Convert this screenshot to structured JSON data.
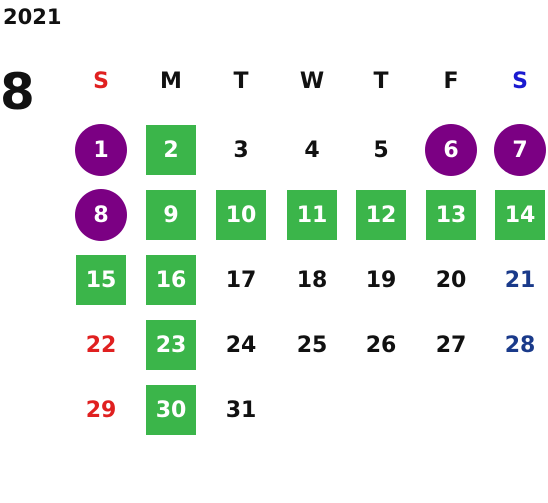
{
  "year": "2021",
  "month": "8",
  "weekdays": [
    "S",
    "M",
    "T",
    "W",
    "T",
    "F",
    "S"
  ],
  "colors": {
    "green_highlight": "#3bb54a",
    "purple_highlight": "#7b0083",
    "sunday": "#e02020",
    "saturday": "#1a3a8a"
  },
  "weeks": [
    [
      {
        "d": "1",
        "style": "purple"
      },
      {
        "d": "2",
        "style": "green"
      },
      {
        "d": "3",
        "style": ""
      },
      {
        "d": "4",
        "style": ""
      },
      {
        "d": "5",
        "style": ""
      },
      {
        "d": "6",
        "style": "purple"
      },
      {
        "d": "7",
        "style": "purple"
      }
    ],
    [
      {
        "d": "8",
        "style": "purple"
      },
      {
        "d": "9",
        "style": "green"
      },
      {
        "d": "10",
        "style": "green"
      },
      {
        "d": "11",
        "style": "green"
      },
      {
        "d": "12",
        "style": "green"
      },
      {
        "d": "13",
        "style": "green"
      },
      {
        "d": "14",
        "style": "green"
      }
    ],
    [
      {
        "d": "15",
        "style": "green"
      },
      {
        "d": "16",
        "style": "green"
      },
      {
        "d": "17",
        "style": ""
      },
      {
        "d": "18",
        "style": ""
      },
      {
        "d": "19",
        "style": ""
      },
      {
        "d": "20",
        "style": ""
      },
      {
        "d": "21",
        "style": ""
      }
    ],
    [
      {
        "d": "22",
        "style": ""
      },
      {
        "d": "23",
        "style": "green"
      },
      {
        "d": "24",
        "style": ""
      },
      {
        "d": "25",
        "style": ""
      },
      {
        "d": "26",
        "style": ""
      },
      {
        "d": "27",
        "style": ""
      },
      {
        "d": "28",
        "style": ""
      }
    ],
    [
      {
        "d": "29",
        "style": ""
      },
      {
        "d": "30",
        "style": "green"
      },
      {
        "d": "31",
        "style": ""
      }
    ]
  ]
}
